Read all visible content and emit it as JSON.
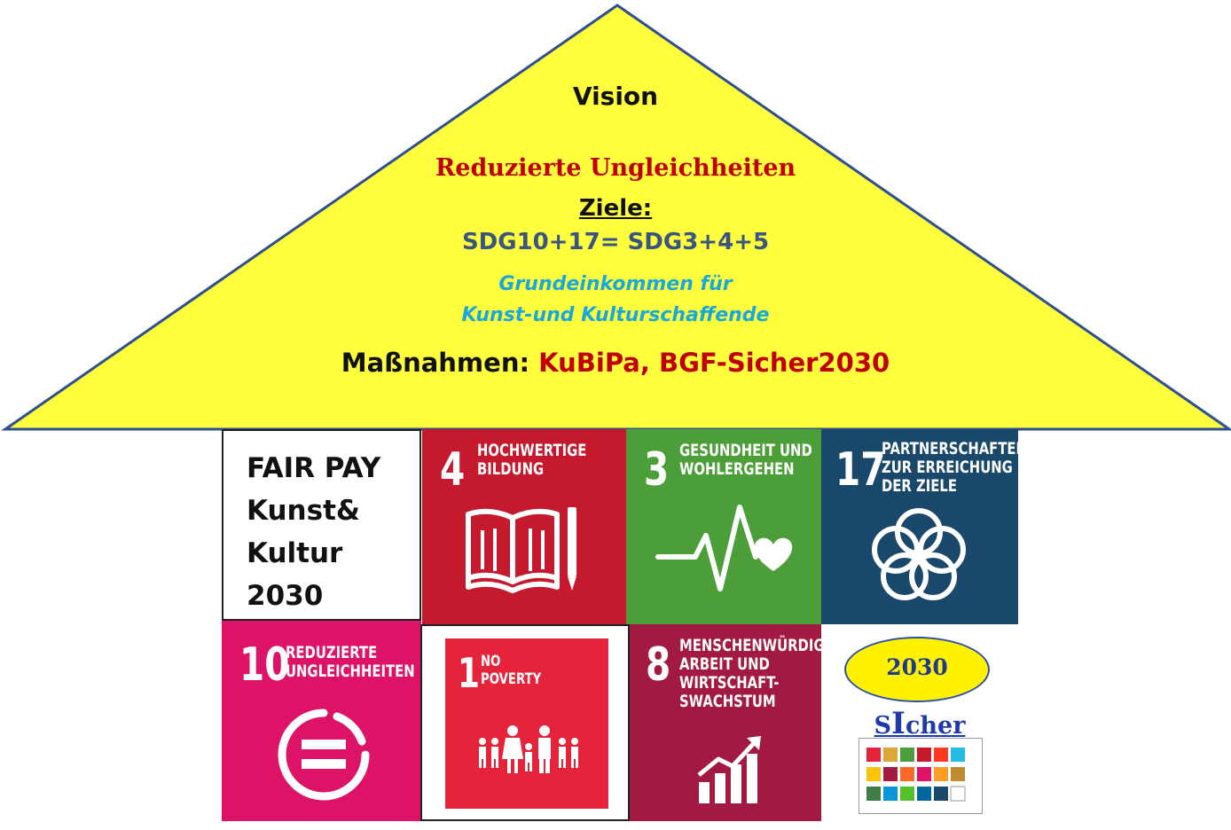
{
  "roof": {
    "vision": "Vision",
    "subtitle": "Reduzierte Ungleichheiten",
    "goals_heading": "Ziele:",
    "formula": "SDG10+17= SDG3+4+5",
    "income_line1": "Grundeinkommen für",
    "income_line2": "Kunst-und Kulturschaffende",
    "measures_label": "Maßnahmen:",
    "measures_value": "KuBiPa, BGF-Sicher2030",
    "color": "#ffff3d"
  },
  "fair_pay": {
    "line1": "FAIR PAY",
    "line2": "Kunst&",
    "line3": "Kultur",
    "line4": "2030"
  },
  "tiles": {
    "sdg4": {
      "number": "4",
      "line1": "HOCHWERTIGE",
      "line2": "BILDUNG",
      "color": "#c5192d",
      "icon": "book-pencil-icon"
    },
    "sdg3": {
      "number": "3",
      "line1": "GESUNDHEIT UND",
      "line2": "WOHLERGEHEN",
      "color": "#4c9f38",
      "icon": "heartbeat-icon"
    },
    "sdg17": {
      "number": "17",
      "line1": "PARTNERSCHAFTEN",
      "line2": "ZUR ERREICHUNG",
      "line3": "DER ZIELE",
      "color": "#19486a",
      "icon": "interlocking-rings-icon"
    },
    "sdg10": {
      "number": "10",
      "line1": "REDUZIERTE",
      "line2": "UNGLEICHHEITEN",
      "color": "#dd1367",
      "icon": "equals-circle-icon"
    },
    "sdg1": {
      "number": "1",
      "line1": "NO",
      "line2": "POVERTY",
      "color": "#e5243b",
      "icon": "family-icon"
    },
    "sdg8": {
      "number": "8",
      "line1": "MENSCHENWÜRDIGE",
      "line2": "ARBEIT UND",
      "line3": "WIRTSCHAFT-",
      "line4": "SWACHSTUM",
      "color": "#a21942",
      "icon": "growth-chart-icon"
    }
  },
  "sicher": {
    "year": "2030",
    "link_prefix": "S",
    "link_i": "I",
    "link_suffix": "cher"
  }
}
